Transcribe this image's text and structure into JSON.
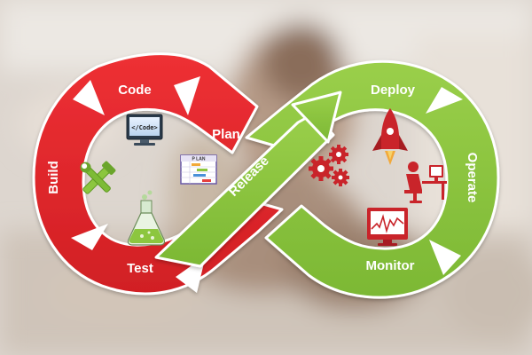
{
  "diagram": {
    "stages": {
      "code": "Code",
      "build": "Build",
      "test": "Test",
      "plan": "Plan",
      "release": "Release",
      "deploy": "Deploy",
      "operate": "Operate",
      "monitor": "Monitor"
    },
    "icons": {
      "code_screen_text": "</Code>",
      "plan_board_text": "P LAN",
      "names": [
        "code-monitor-icon",
        "tools-icon",
        "flask-icon",
        "plan-board-icon",
        "gears-icon",
        "rocket-icon",
        "operator-desk-icon",
        "monitor-chart-icon"
      ]
    },
    "colors": {
      "dev_red": "#e52528",
      "dev_red_dark": "#b8181c",
      "ops_green": "#8cc63f",
      "ops_green_dark": "#5f9a22",
      "icon_red": "#c9242a",
      "background_blur": "#d9d2cb"
    }
  }
}
